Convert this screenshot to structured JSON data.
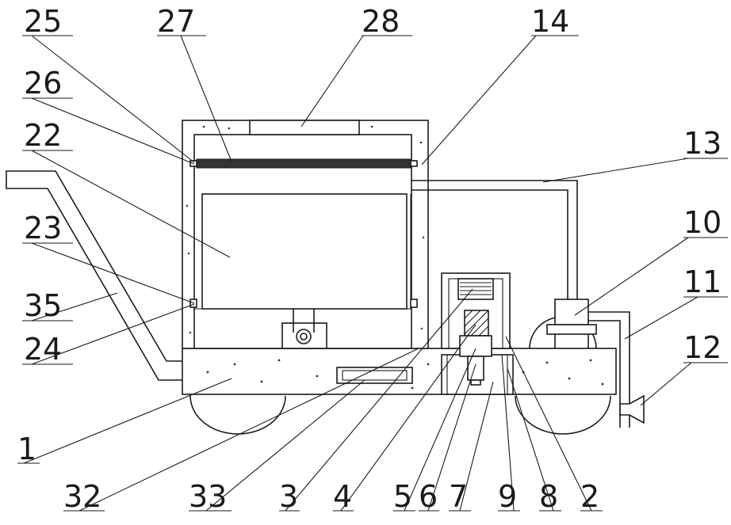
{
  "labels": {
    "l1": "1",
    "l2": "2",
    "l3": "3",
    "l4": "4",
    "l5": "5",
    "l6": "6",
    "l7": "7",
    "l8": "8",
    "l9": "9",
    "l10": "10",
    "l11": "11",
    "l12": "12",
    "l13": "13",
    "l14": "14",
    "l22": "22",
    "l23": "23",
    "l24": "24",
    "l25": "25",
    "l26": "26",
    "l27": "27",
    "l28": "28",
    "l32": "32",
    "l33": "33",
    "l35": "35"
  }
}
